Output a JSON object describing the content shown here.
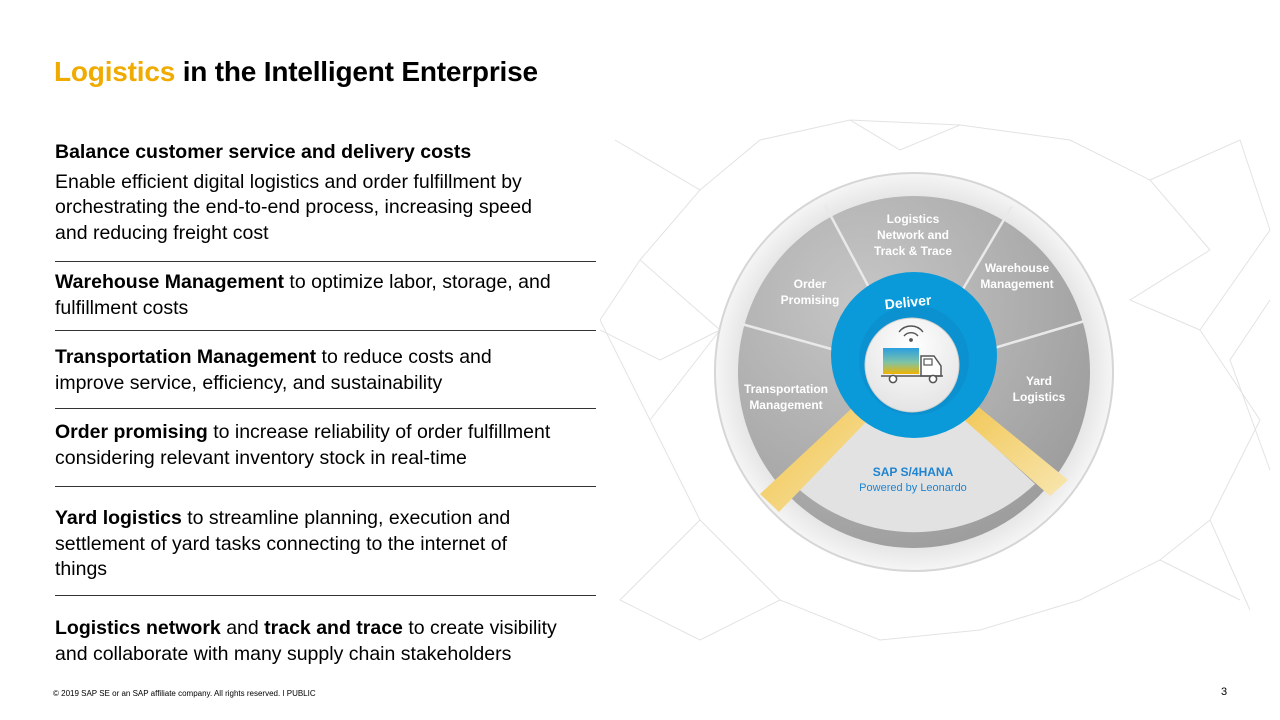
{
  "title": {
    "accent": "Logistics",
    "rest": " in the Intelligent Enterprise"
  },
  "intro": {
    "heading": "Balance customer service and delivery costs",
    "lines": [
      "Enable efficient digital logistics and order fulfillment by",
      "orchestrating the end-to-end process, increasing speed",
      "and reducing freight cost"
    ]
  },
  "items": [
    {
      "bold1": "Warehouse Management",
      "text1": " to optimize labor, storage, and",
      "line2": "fulfillment costs"
    },
    {
      "bold1": "Transportation Management",
      "text1": " to reduce costs and",
      "line2": "improve service, efficiency, and sustainability"
    },
    {
      "bold1": "Order promising",
      "text1": " to increase reliability of order fulfillment",
      "line2": "considering relevant inventory stock in real-time"
    },
    {
      "bold1": "Yard logistics",
      "text1": " to streamline planning, execution and",
      "line2": "settlement of yard tasks connecting to the internet of",
      "line3": "things"
    },
    {
      "bold1": "Logistics network",
      "text1": " and ",
      "bold2": "track and trace",
      "text2": " to create visibility",
      "line2": "and collaborate with many supply chain stakeholders"
    }
  ],
  "diagram": {
    "center_label": "Deliver",
    "core_label": "SAP S/4HANA",
    "core_sub": "Powered by Leonardo",
    "segments": {
      "lnt": [
        "Logistics",
        "Network and",
        "Track & Trace"
      ],
      "wm": [
        "Warehouse",
        "Management"
      ],
      "yard": [
        "Yard",
        "Logistics"
      ],
      "op": [
        "Order",
        "Promising"
      ],
      "tm": [
        "Transportation",
        "Management"
      ]
    },
    "colors": {
      "accent": "#f0ab00",
      "blue": "#0a9ad9",
      "sap_blue": "#1f84d0"
    }
  },
  "footer": "© 2019 SAP SE or an SAP affiliate company. All rights reserved.   ǀ   PUBLIC",
  "page_number": "3"
}
